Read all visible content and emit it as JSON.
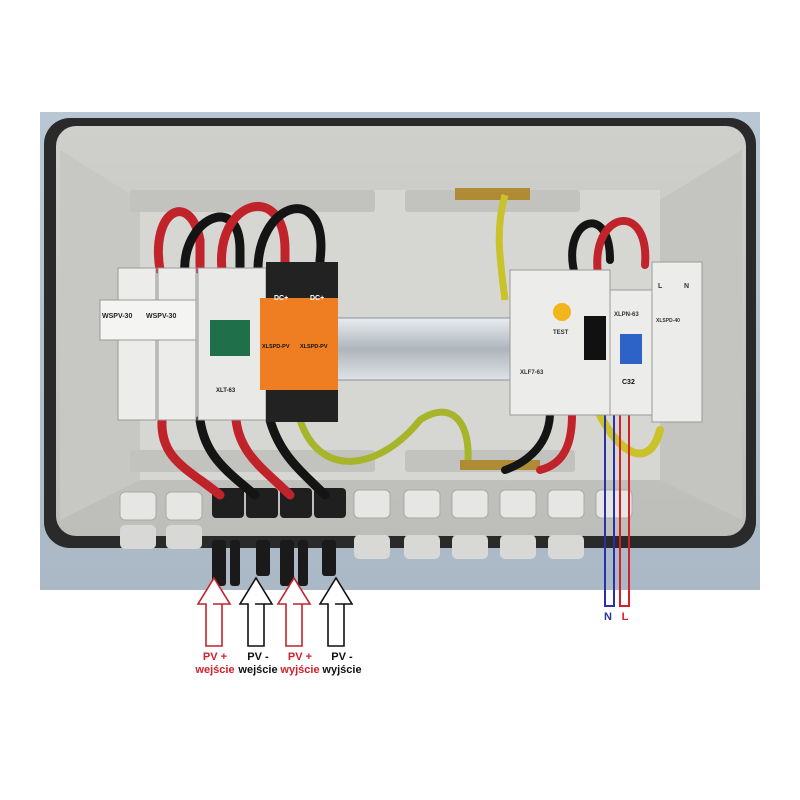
{
  "colors": {
    "red_label": "#d4202a",
    "black_label": "#111111",
    "n_wire": "#2c2fa5",
    "l_wire": "#d4202a",
    "enclosure": "#d9d9d7",
    "fuse_body": "#eaeaea",
    "spd_orange": "#ef7d22",
    "spd_black": "#222222"
  },
  "devices": {
    "fuse1": "WSPV-30",
    "fuse2": "WSPV-30",
    "breaker": "XLT-63",
    "spd1_top": "DC+",
    "spd1_name": "XLSPD-PV",
    "spd2_top": "DC+",
    "spd2_name": "XLSPD-PV",
    "rcd_test": "TEST",
    "rcd_model": "XLF7-63",
    "mcb_model": "XLPN-63",
    "mcb_rating": "C32",
    "ac_spd": "XLSPD-40",
    "l_mark": "L",
    "n_mark": "N"
  },
  "labels": {
    "pv1_top": "PV +",
    "pv1_bottom": "wejście",
    "pv2_top": "PV -",
    "pv2_bottom": "wejście",
    "pv3_top": "PV +",
    "pv3_bottom": "wyjście",
    "pv4_top": "PV -",
    "pv4_bottom": "wyjście",
    "n": "N",
    "l": "L"
  },
  "arrow_icons": [
    "up-arrow-icon-red",
    "up-arrow-icon-black",
    "up-arrow-icon-red",
    "up-arrow-icon-black"
  ]
}
